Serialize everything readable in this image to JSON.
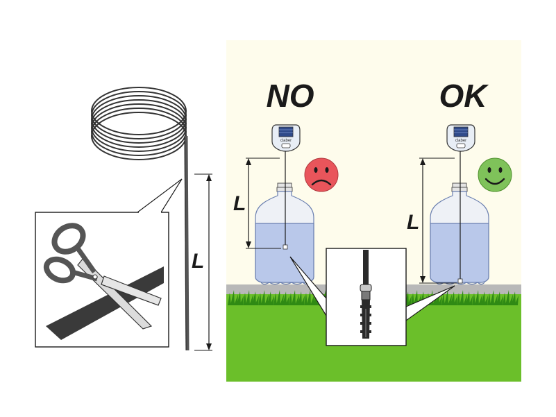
{
  "labels": {
    "no": "NO",
    "ok": "OK",
    "length_symbol": "L"
  },
  "device_brand": "claber",
  "icons": {
    "coil": "hose-coil-icon",
    "scissors": "scissors-icon",
    "sad": "sad-face-icon",
    "happy": "happy-face-icon"
  },
  "colors": {
    "sky": "#fefcec",
    "grass": "#6bbf2a",
    "grass_dark": "#2f8a14",
    "soil": "#b8b8b8",
    "water": "#b9c8ea",
    "bottle_edge": "#6a7fb0",
    "sad": "#e9555b",
    "happy": "#7fc25a",
    "line": "#1a1a1a"
  }
}
